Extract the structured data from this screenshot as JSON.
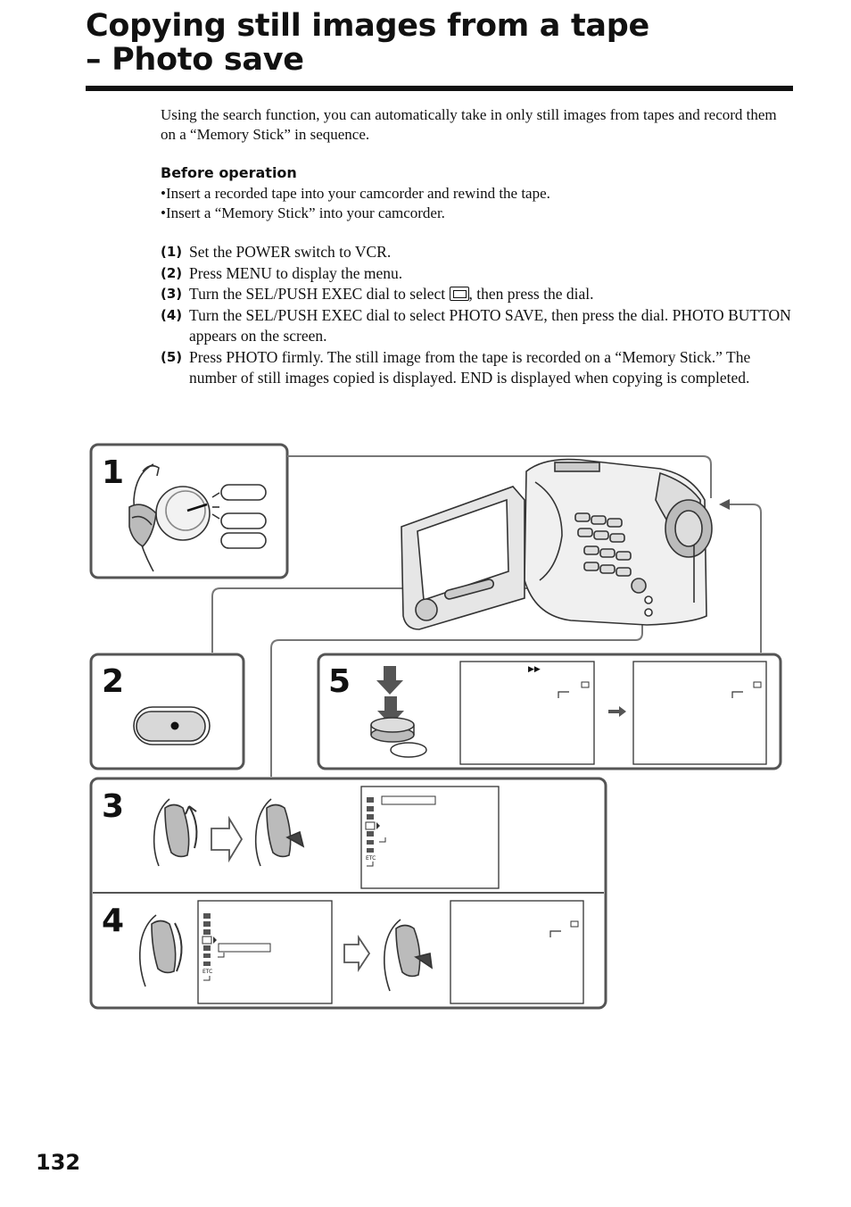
{
  "page": {
    "title_line1": "Copying still images from a tape",
    "title_line2": "– Photo save",
    "intro": "Using the search function, you can automatically take in only still images from tapes and record them on a “Memory Stick” in sequence.",
    "before_heading": "Before operation",
    "bullets": [
      "•Insert a recorded tape into your camcorder and rewind the tape.",
      "•Insert a “Memory Stick” into your camcorder."
    ],
    "steps": [
      {
        "num": "(1)",
        "text": "Set the POWER switch to VCR."
      },
      {
        "num": "(2)",
        "text": "Press MENU to display the menu."
      },
      {
        "num": "(3)",
        "text_before": "Turn the SEL/PUSH EXEC dial to select ",
        "icon": "memory-menu-icon",
        "text_after": ", then press the dial."
      },
      {
        "num": "(4)",
        "text": "Turn the SEL/PUSH EXEC dial to select PHOTO SAVE, then press the dial. PHOTO BUTTON appears on the screen."
      },
      {
        "num": "(5)",
        "text": "Press PHOTO firmly. The still image from the tape is recorded on a “Memory Stick.” The number of still images copied is displayed. END is displayed when copying is completed."
      }
    ],
    "page_number": "132"
  },
  "figure": {
    "panel_labels": [
      "1",
      "2",
      "5",
      "3",
      "4"
    ],
    "screen_menu_etc": "ETC",
    "screen_ff_symbol": "▶▶"
  },
  "colors": {
    "text": "#111111",
    "panel_border": "#555555",
    "arrow_fill": "#555555",
    "line_art": "#333333",
    "knob_fill": "#e8e8e8"
  }
}
